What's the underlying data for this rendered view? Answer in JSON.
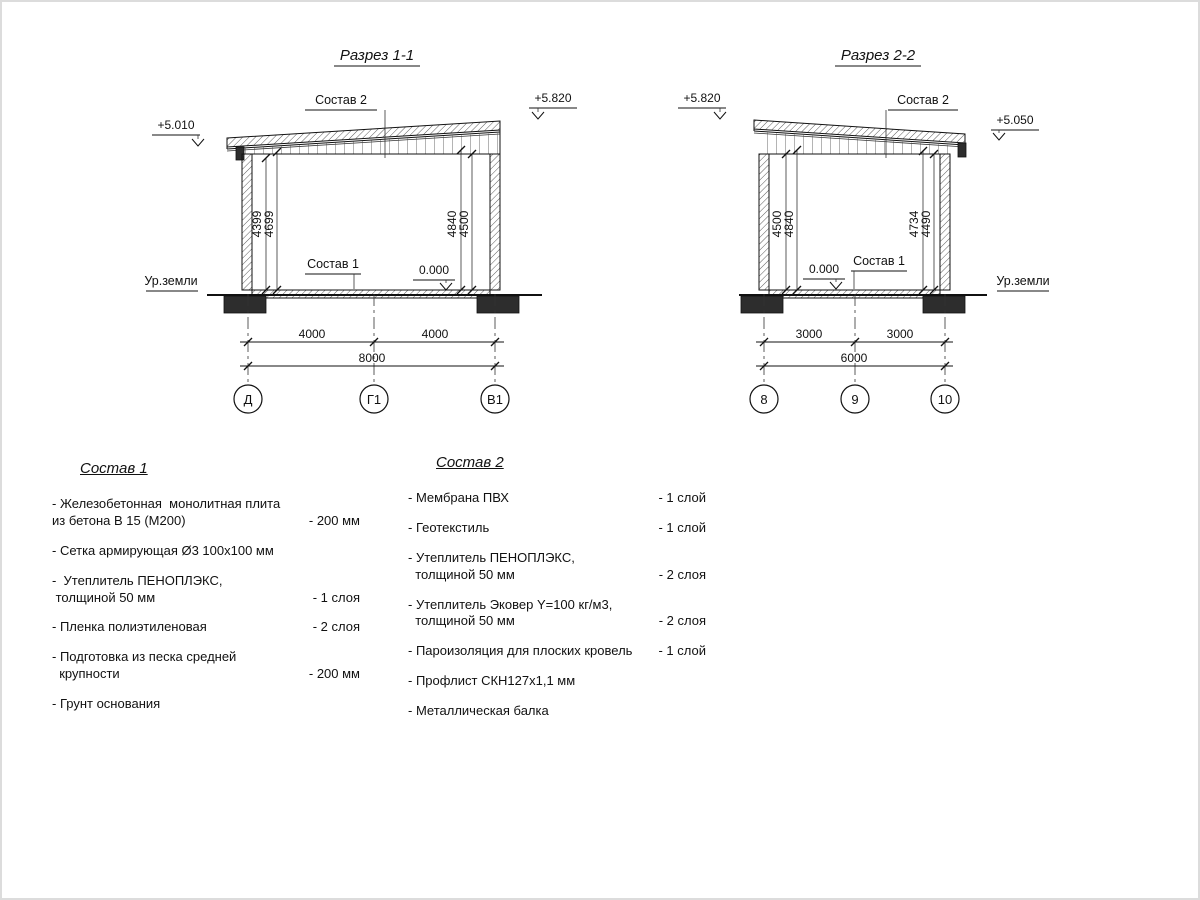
{
  "sections": {
    "s1": {
      "title": "Разрез 1-1",
      "roof_label": "Состав 2",
      "elev_left": "+5.010",
      "elev_top": "+5.820",
      "ground": "Ур.земли",
      "floor_label": "Состав 1",
      "zero": "0.000",
      "dim_l1": "4399",
      "dim_l2": "4699",
      "dim_r1": "4840",
      "dim_r2": "4500",
      "dim_b1": "4000",
      "dim_b2": "4000",
      "dim_total": "8000",
      "axis1": "Д",
      "axis2": "Г1",
      "axis3": "В1"
    },
    "s2": {
      "title": "Разрез 2-2",
      "roof_label": "Состав 2",
      "elev_top": "+5.820",
      "elev_right": "+5.050",
      "ground": "Ур.земли",
      "floor_label": "Состав 1",
      "zero": "0.000",
      "dim_l1": "4500",
      "dim_l2": "4840",
      "dim_r1": "4734",
      "dim_r2": "4490",
      "dim_b1": "3000",
      "dim_b2": "3000",
      "dim_total": "6000",
      "axis1": "8",
      "axis2": "9",
      "axis3": "10"
    }
  },
  "lists": {
    "sostav1": {
      "title": "Состав 1",
      "items": [
        {
          "name": "- Железобетонная  монолитная плита\nиз бетона В 15 (М200)",
          "qty": "- 200 мм"
        },
        {
          "name": "- Сетка армирующая Ø3 100х100 мм",
          "qty": ""
        },
        {
          "name": "-  Утеплитель ПЕНОПЛЭКС,\n толщиной 50 мм",
          "qty": "- 1 слоя"
        },
        {
          "name": "- Пленка полиэтиленовая",
          "qty": "- 2 слоя"
        },
        {
          "name": "- Подготовка из песка средней\n  крупности",
          "qty": "- 200 мм"
        },
        {
          "name": "- Грунт основания",
          "qty": ""
        }
      ]
    },
    "sostav2": {
      "title": "Состав 2",
      "items": [
        {
          "name": "- Мембрана ПВХ",
          "qty": "- 1 слой"
        },
        {
          "name": "- Геотекстиль",
          "qty": "- 1 слой"
        },
        {
          "name": "- Утеплитель ПЕНОПЛЭКС,\n  толщиной 50 мм",
          "qty": "- 2 слоя"
        },
        {
          "name": "- Утеплитель Эковер Y=100 кг/м3,\n  толщиной 50 мм",
          "qty": "- 2 слоя"
        },
        {
          "name": "- Пароизоляция для плоских кровель",
          "qty": "- 1 слой"
        },
        {
          "name": "- Профлист СКН127х1,1 мм",
          "qty": ""
        },
        {
          "name": "- Металлическая балка",
          "qty": ""
        }
      ]
    }
  }
}
